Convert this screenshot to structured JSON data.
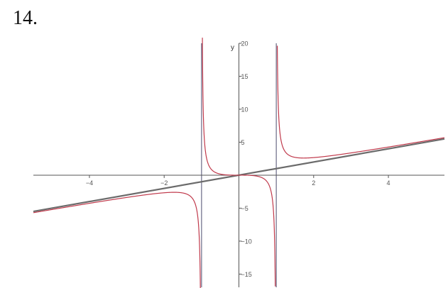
{
  "problem_number": "14.",
  "chart_data": {
    "type": "line",
    "title": "",
    "xlabel": "",
    "ylabel": "y",
    "xlim": [
      -5.5,
      5.5
    ],
    "ylim": [
      -17,
      20
    ],
    "x_ticks": [
      {
        "value": -4,
        "label": "−4"
      },
      {
        "value": -2,
        "label": "−2"
      },
      {
        "value": 2,
        "label": "2"
      },
      {
        "value": 4,
        "label": "4"
      }
    ],
    "y_ticks": [
      {
        "value": 20,
        "label": "20"
      },
      {
        "value": 15,
        "label": "15"
      },
      {
        "value": 10,
        "label": "10"
      },
      {
        "value": 5,
        "label": "5"
      },
      {
        "value": -5,
        "label": "−5"
      },
      {
        "value": -10,
        "label": "−10"
      },
      {
        "value": -15,
        "label": "−15"
      }
    ],
    "grid": false,
    "legend": "none",
    "vertical_asymptotes": [
      -1,
      1
    ],
    "slant_asymptote": {
      "slope": 1,
      "intercept": 0
    },
    "curve": {
      "function": "x^3/(x^2-1)",
      "color": "#c0394b"
    },
    "asymptote_color": "#6a6a86",
    "slant_color": "#6b6b6b",
    "axis_color": "#555555"
  }
}
